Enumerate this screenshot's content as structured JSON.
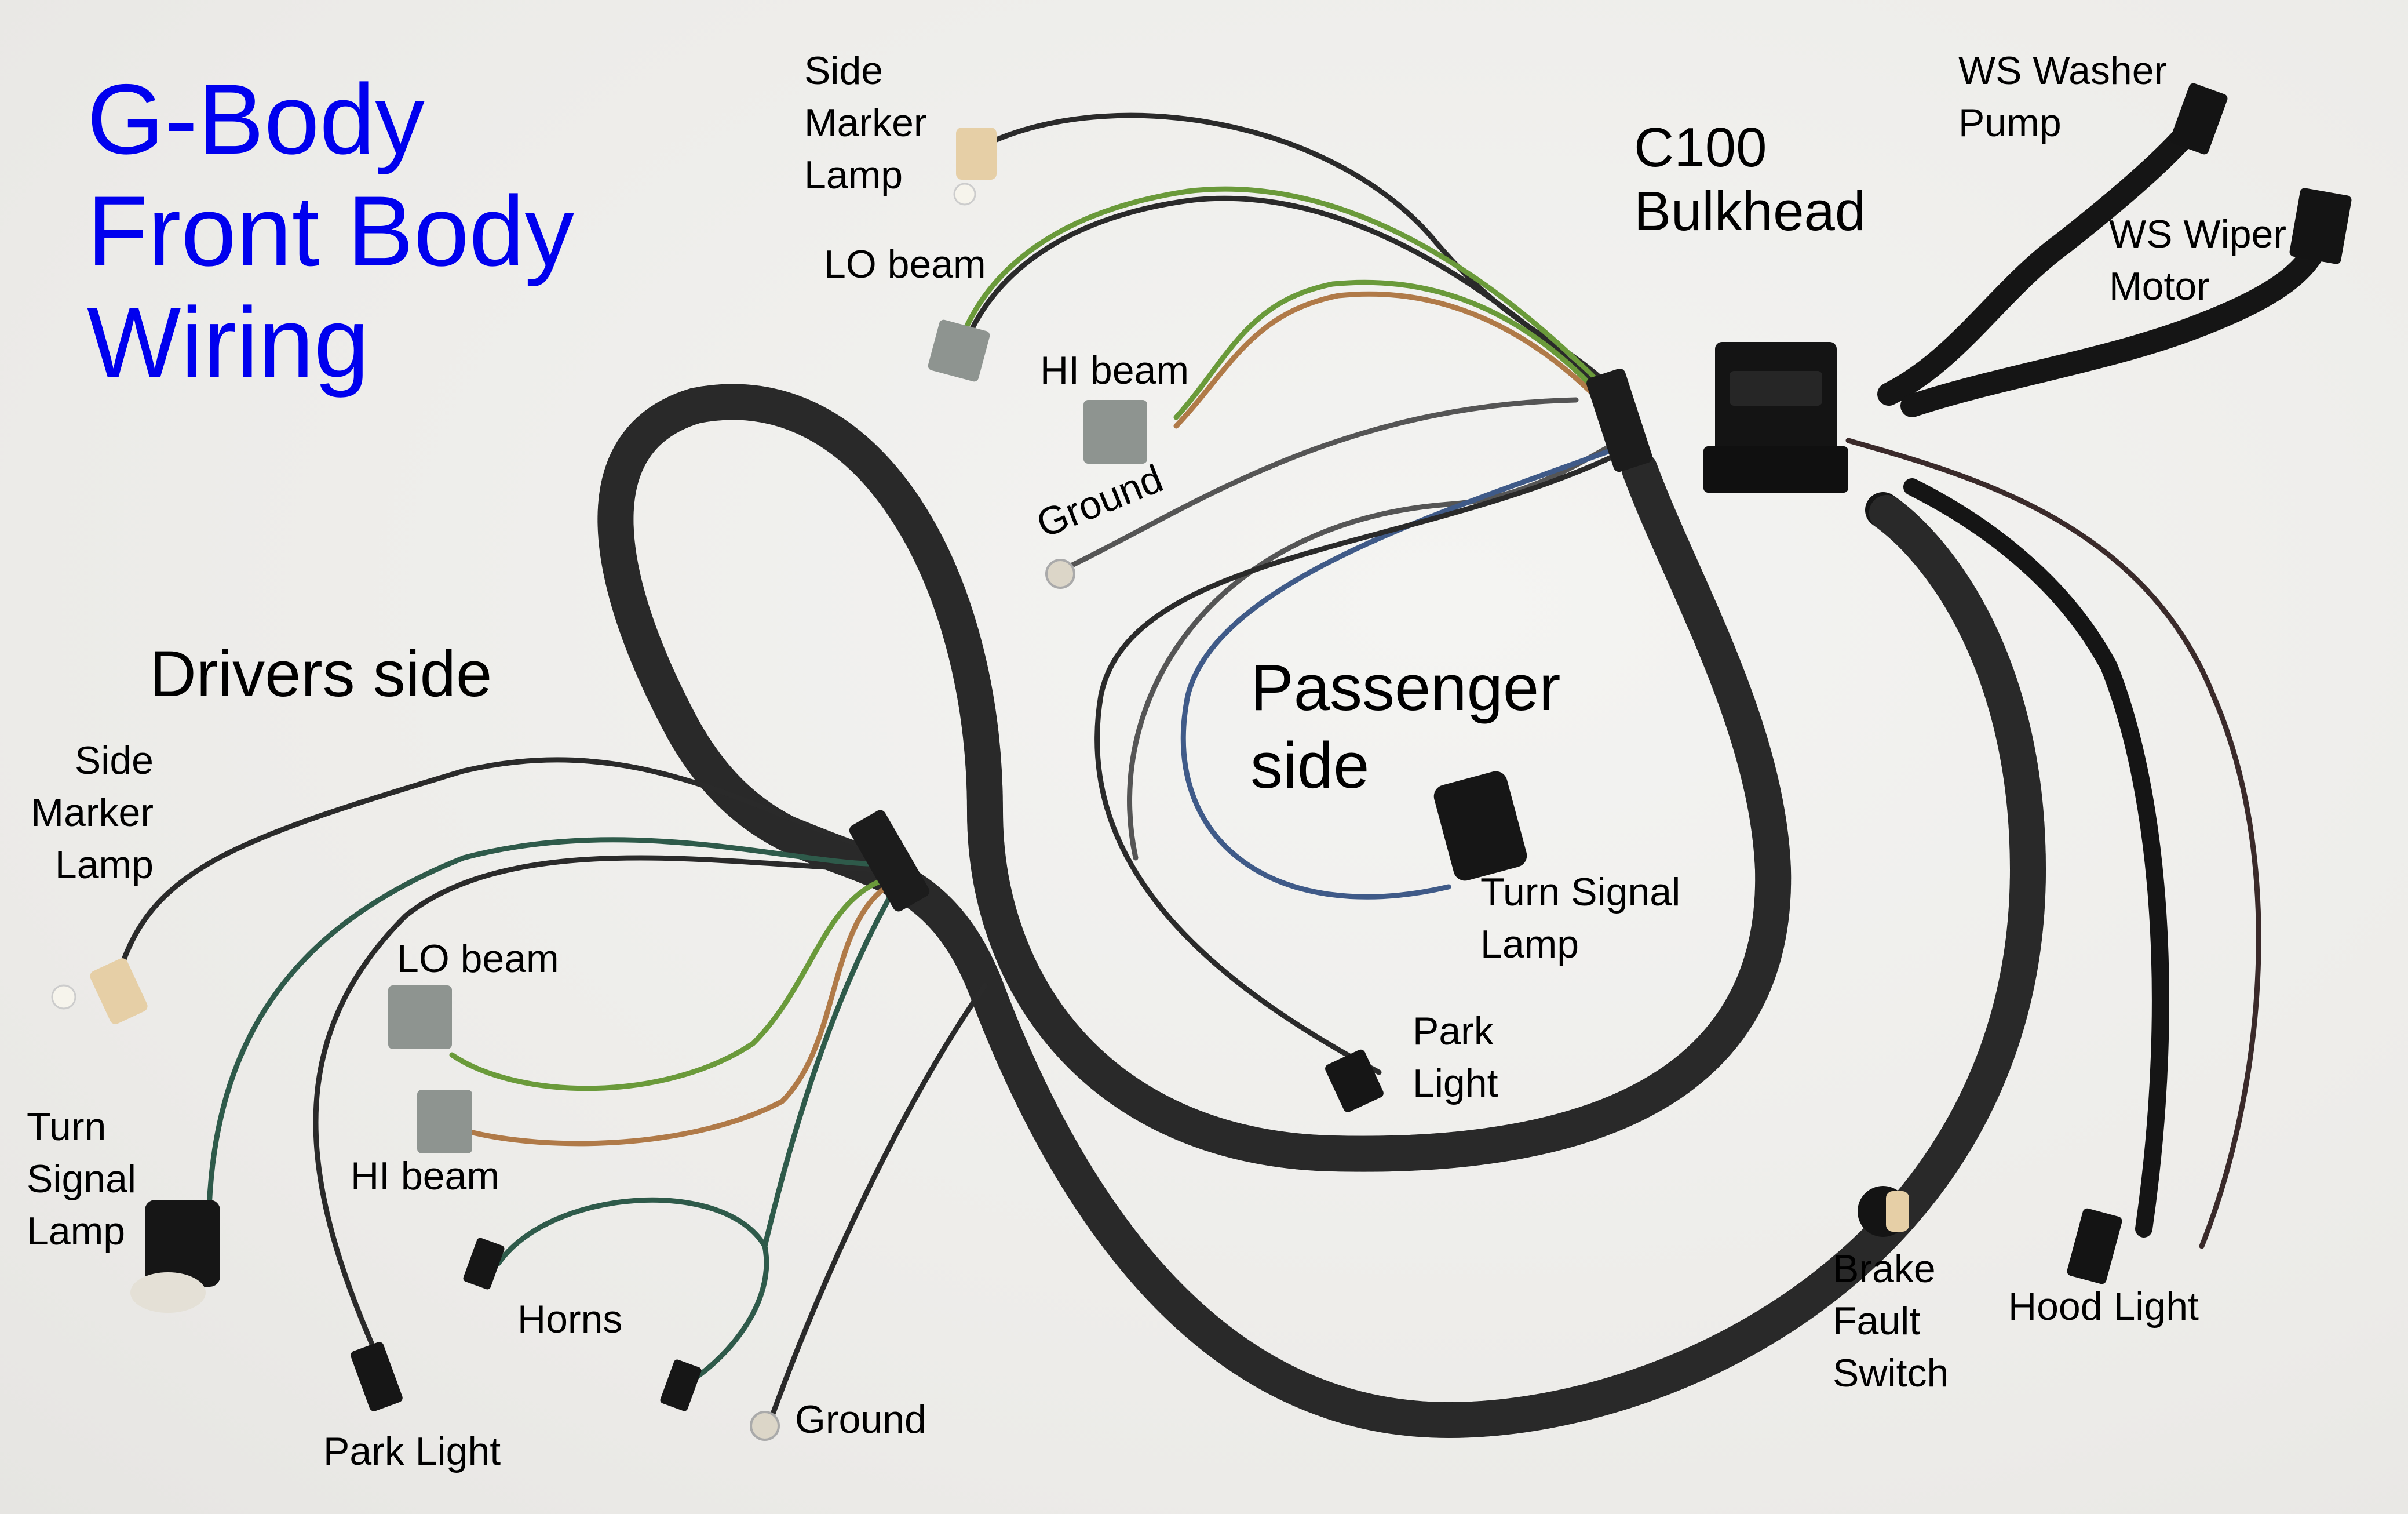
{
  "title": {
    "lines": [
      "G-Body",
      "Front Body",
      "Wiring"
    ],
    "color": "#0000ee"
  },
  "sections": {
    "drivers": "Drivers side",
    "passenger": [
      "Passenger",
      "side"
    ],
    "bulkhead": [
      "C100",
      "Bulkhead"
    ]
  },
  "labels": {
    "pass_side_marker": [
      "Side",
      "Marker",
      "Lamp"
    ],
    "pass_lo_beam": "LO beam",
    "pass_hi_beam": "HI beam",
    "pass_ground": "Ground",
    "ws_washer": [
      "WS Washer",
      "Pump"
    ],
    "ws_wiper": [
      "WS Wiper",
      "Motor"
    ],
    "drv_side_marker": [
      "Side",
      "Marker",
      "Lamp"
    ],
    "drv_lo_beam": "LO beam",
    "drv_hi_beam": "HI beam",
    "drv_turn_signal": [
      "Turn",
      "Signal",
      "Lamp"
    ],
    "drv_horns": "Horns",
    "drv_park_light": "Park Light",
    "drv_ground": "Ground",
    "pass_turn_signal": [
      "Turn Signal",
      "Lamp"
    ],
    "pass_park_light": [
      "Park",
      "Light"
    ],
    "brake_fault": [
      "Brake",
      "Fault",
      "Switch"
    ],
    "hood_light": "Hood Light"
  },
  "colors": {
    "conduit": "#151515",
    "wire_black": "#2a2a2a",
    "wire_green": "#6a9a3a",
    "wire_dkgreen": "#2e5a4a",
    "wire_tan": "#b07a48",
    "wire_blue": "#3f5a88",
    "connector_gray": "#8e9490",
    "socket_tan": "#e6cfa6"
  }
}
